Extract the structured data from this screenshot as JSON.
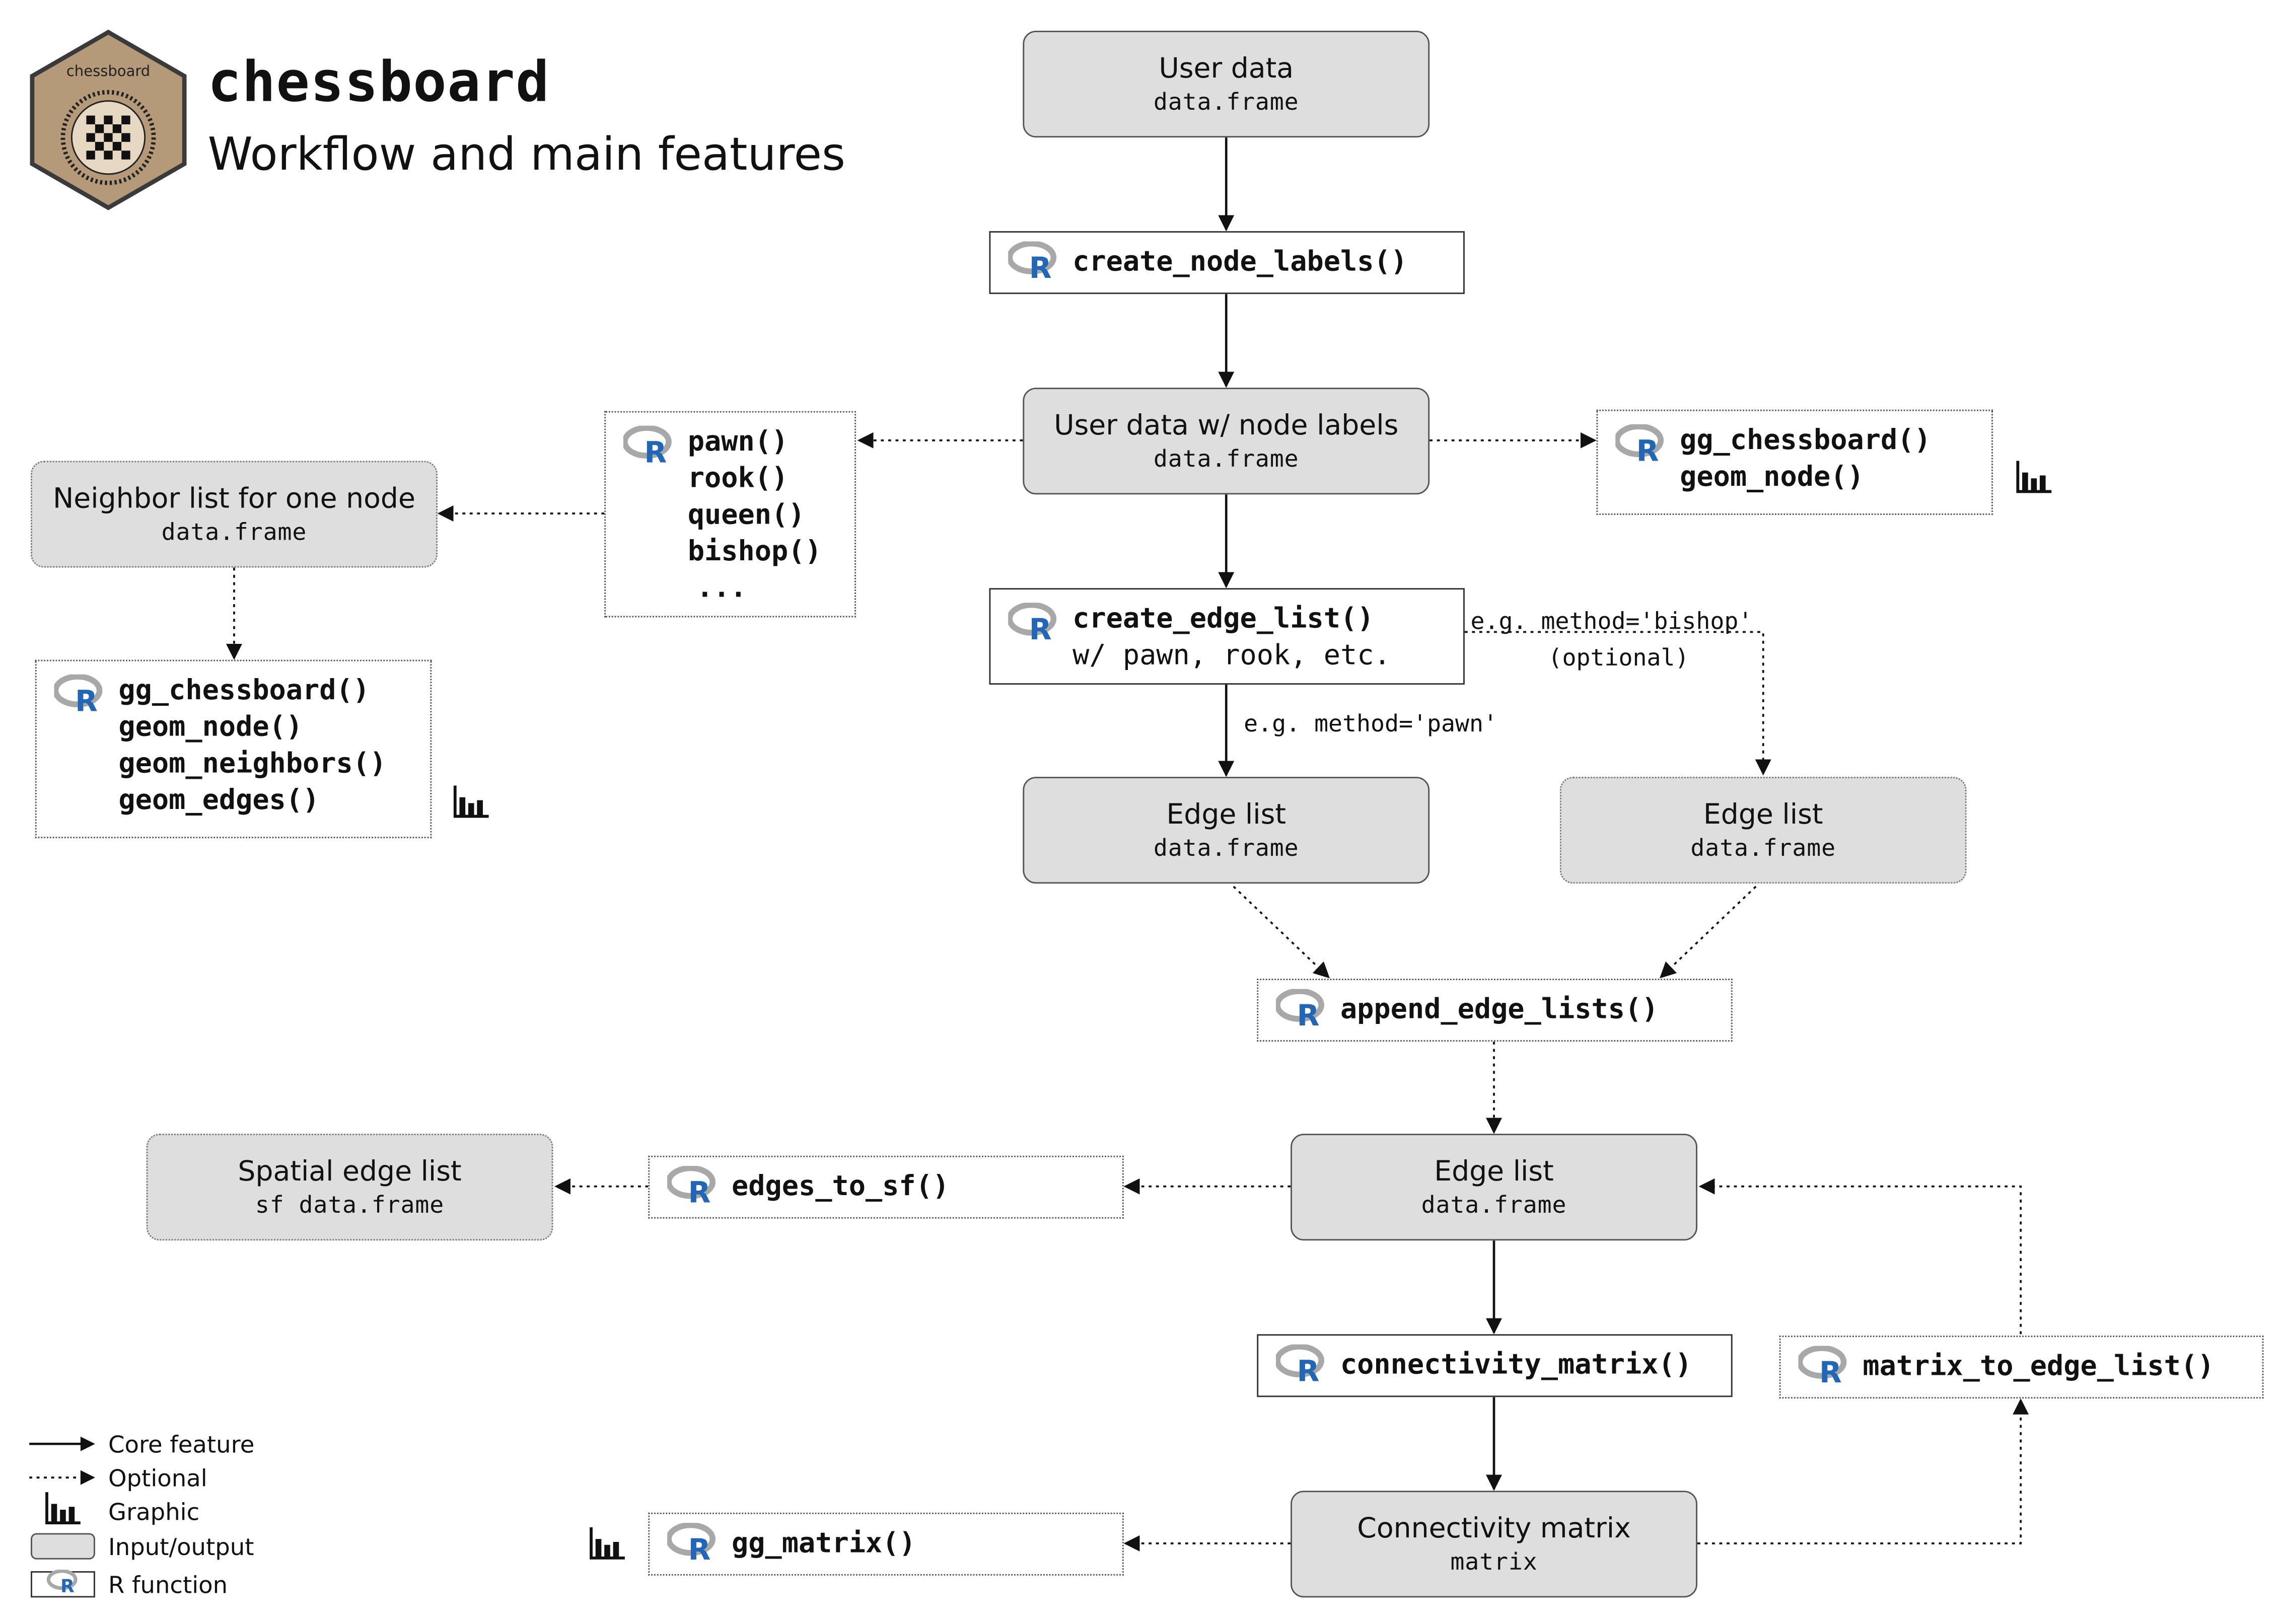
{
  "header": {
    "logo_text": "chessboard",
    "title": "chessboard",
    "subtitle": "Workflow and main features"
  },
  "nodes": {
    "user_data": {
      "title": "User data",
      "type": "data.frame"
    },
    "user_data_labels": {
      "title": "User data w/ node labels",
      "type": "data.frame"
    },
    "neighbor_list": {
      "title": "Neighbor list for one node",
      "type": "data.frame"
    },
    "edge_list_core": {
      "title": "Edge list",
      "type": "data.frame"
    },
    "edge_list_optional": {
      "title": "Edge list",
      "type": "data.frame"
    },
    "edge_list_final": {
      "title": "Edge list",
      "type": "data.frame"
    },
    "spatial_edge_list": {
      "title": "Spatial edge list",
      "type": "sf data.frame"
    },
    "connectivity_matrix": {
      "title": "Connectivity matrix",
      "type": "matrix"
    }
  },
  "functions": {
    "create_node_labels": "create_node_labels()",
    "movers": [
      "pawn()",
      "rook()",
      "queen()",
      "bishop()",
      "..."
    ],
    "plot_nodes": [
      "gg_chessboard()",
      "geom_node()"
    ],
    "plot_neighbors": [
      "gg_chessboard()",
      "geom_node()",
      "geom_neighbors()",
      "geom_edges()"
    ],
    "create_edge_list": "create_edge_list()",
    "create_edge_list_args": "w/ pawn, rook, etc.",
    "append_edge_lists": "append_edge_lists()",
    "edges_to_sf": "edges_to_sf()",
    "connectivity_matrix": "connectivity_matrix()",
    "matrix_to_edge_list": "matrix_to_edge_list()",
    "gg_matrix": "gg_matrix()"
  },
  "annotations": {
    "method_bishop": "e.g. method='bishop'",
    "optional": "(optional)",
    "method_pawn": "e.g. method='pawn'"
  },
  "legend": {
    "core": "Core feature",
    "optional": "Optional",
    "graphic": "Graphic",
    "io": "Input/output",
    "rfun": "R function"
  },
  "icons": {
    "r": "r-logo-icon",
    "graphic": "bar-chart-icon",
    "logo": "chessboard-hex-logo"
  },
  "colors": {
    "io_fill": "#dedede",
    "r_blue": "#2266b8",
    "r_grey": "#a8a8a8",
    "hex_fill": "#b49a78",
    "hex_border": "#3a3a3a"
  }
}
